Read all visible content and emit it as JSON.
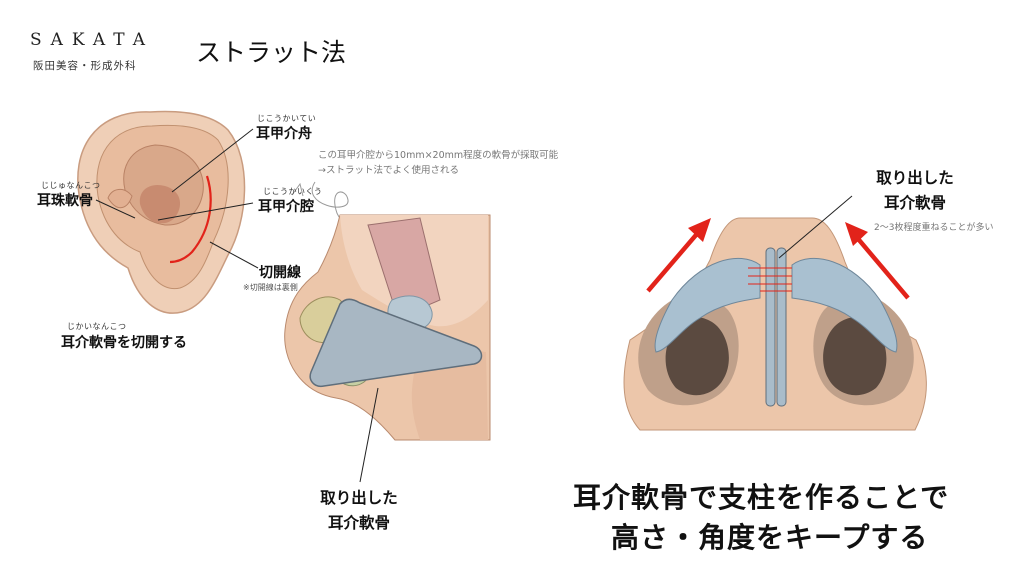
{
  "header": {
    "brand": "SAKATA",
    "brand_sub": "阪田美容・形成外科",
    "title": "ストラット法"
  },
  "ear_labels": {
    "cymba": {
      "ruby": "じこうかいてい",
      "label": "耳甲介舟"
    },
    "tragus": {
      "ruby": "じじゅなんこつ",
      "label": "耳珠軟骨"
    },
    "cavum": {
      "ruby": "じこうかいくう",
      "label": "耳甲介腔"
    },
    "incision": {
      "label": "切開線",
      "note": "※切開線は裏側"
    },
    "incise_cartilage": {
      "ruby": "じかいなんこつ",
      "label": "耳介軟骨を切開する"
    }
  },
  "harvest_note": {
    "line1": "この耳甲介腔から10mm×20mm程度の軟骨が採取可能",
    "line2": "→ストラット法でよく使用される"
  },
  "nose_side_caption": {
    "line1": "取り出した",
    "line2": "耳介軟骨"
  },
  "nose_front_caption": {
    "line1": "取り出した",
    "line2": "耳介軟骨",
    "note": "2〜3枚程度重ねることが多い"
  },
  "conclusion": {
    "line1": "耳介軟骨で支柱を作ることで",
    "line2": "高さ・角度をキープする"
  },
  "colors": {
    "accent_red": "#e2231a",
    "cartilage": "#9fb6c6",
    "skin": "#ecc7ad"
  }
}
